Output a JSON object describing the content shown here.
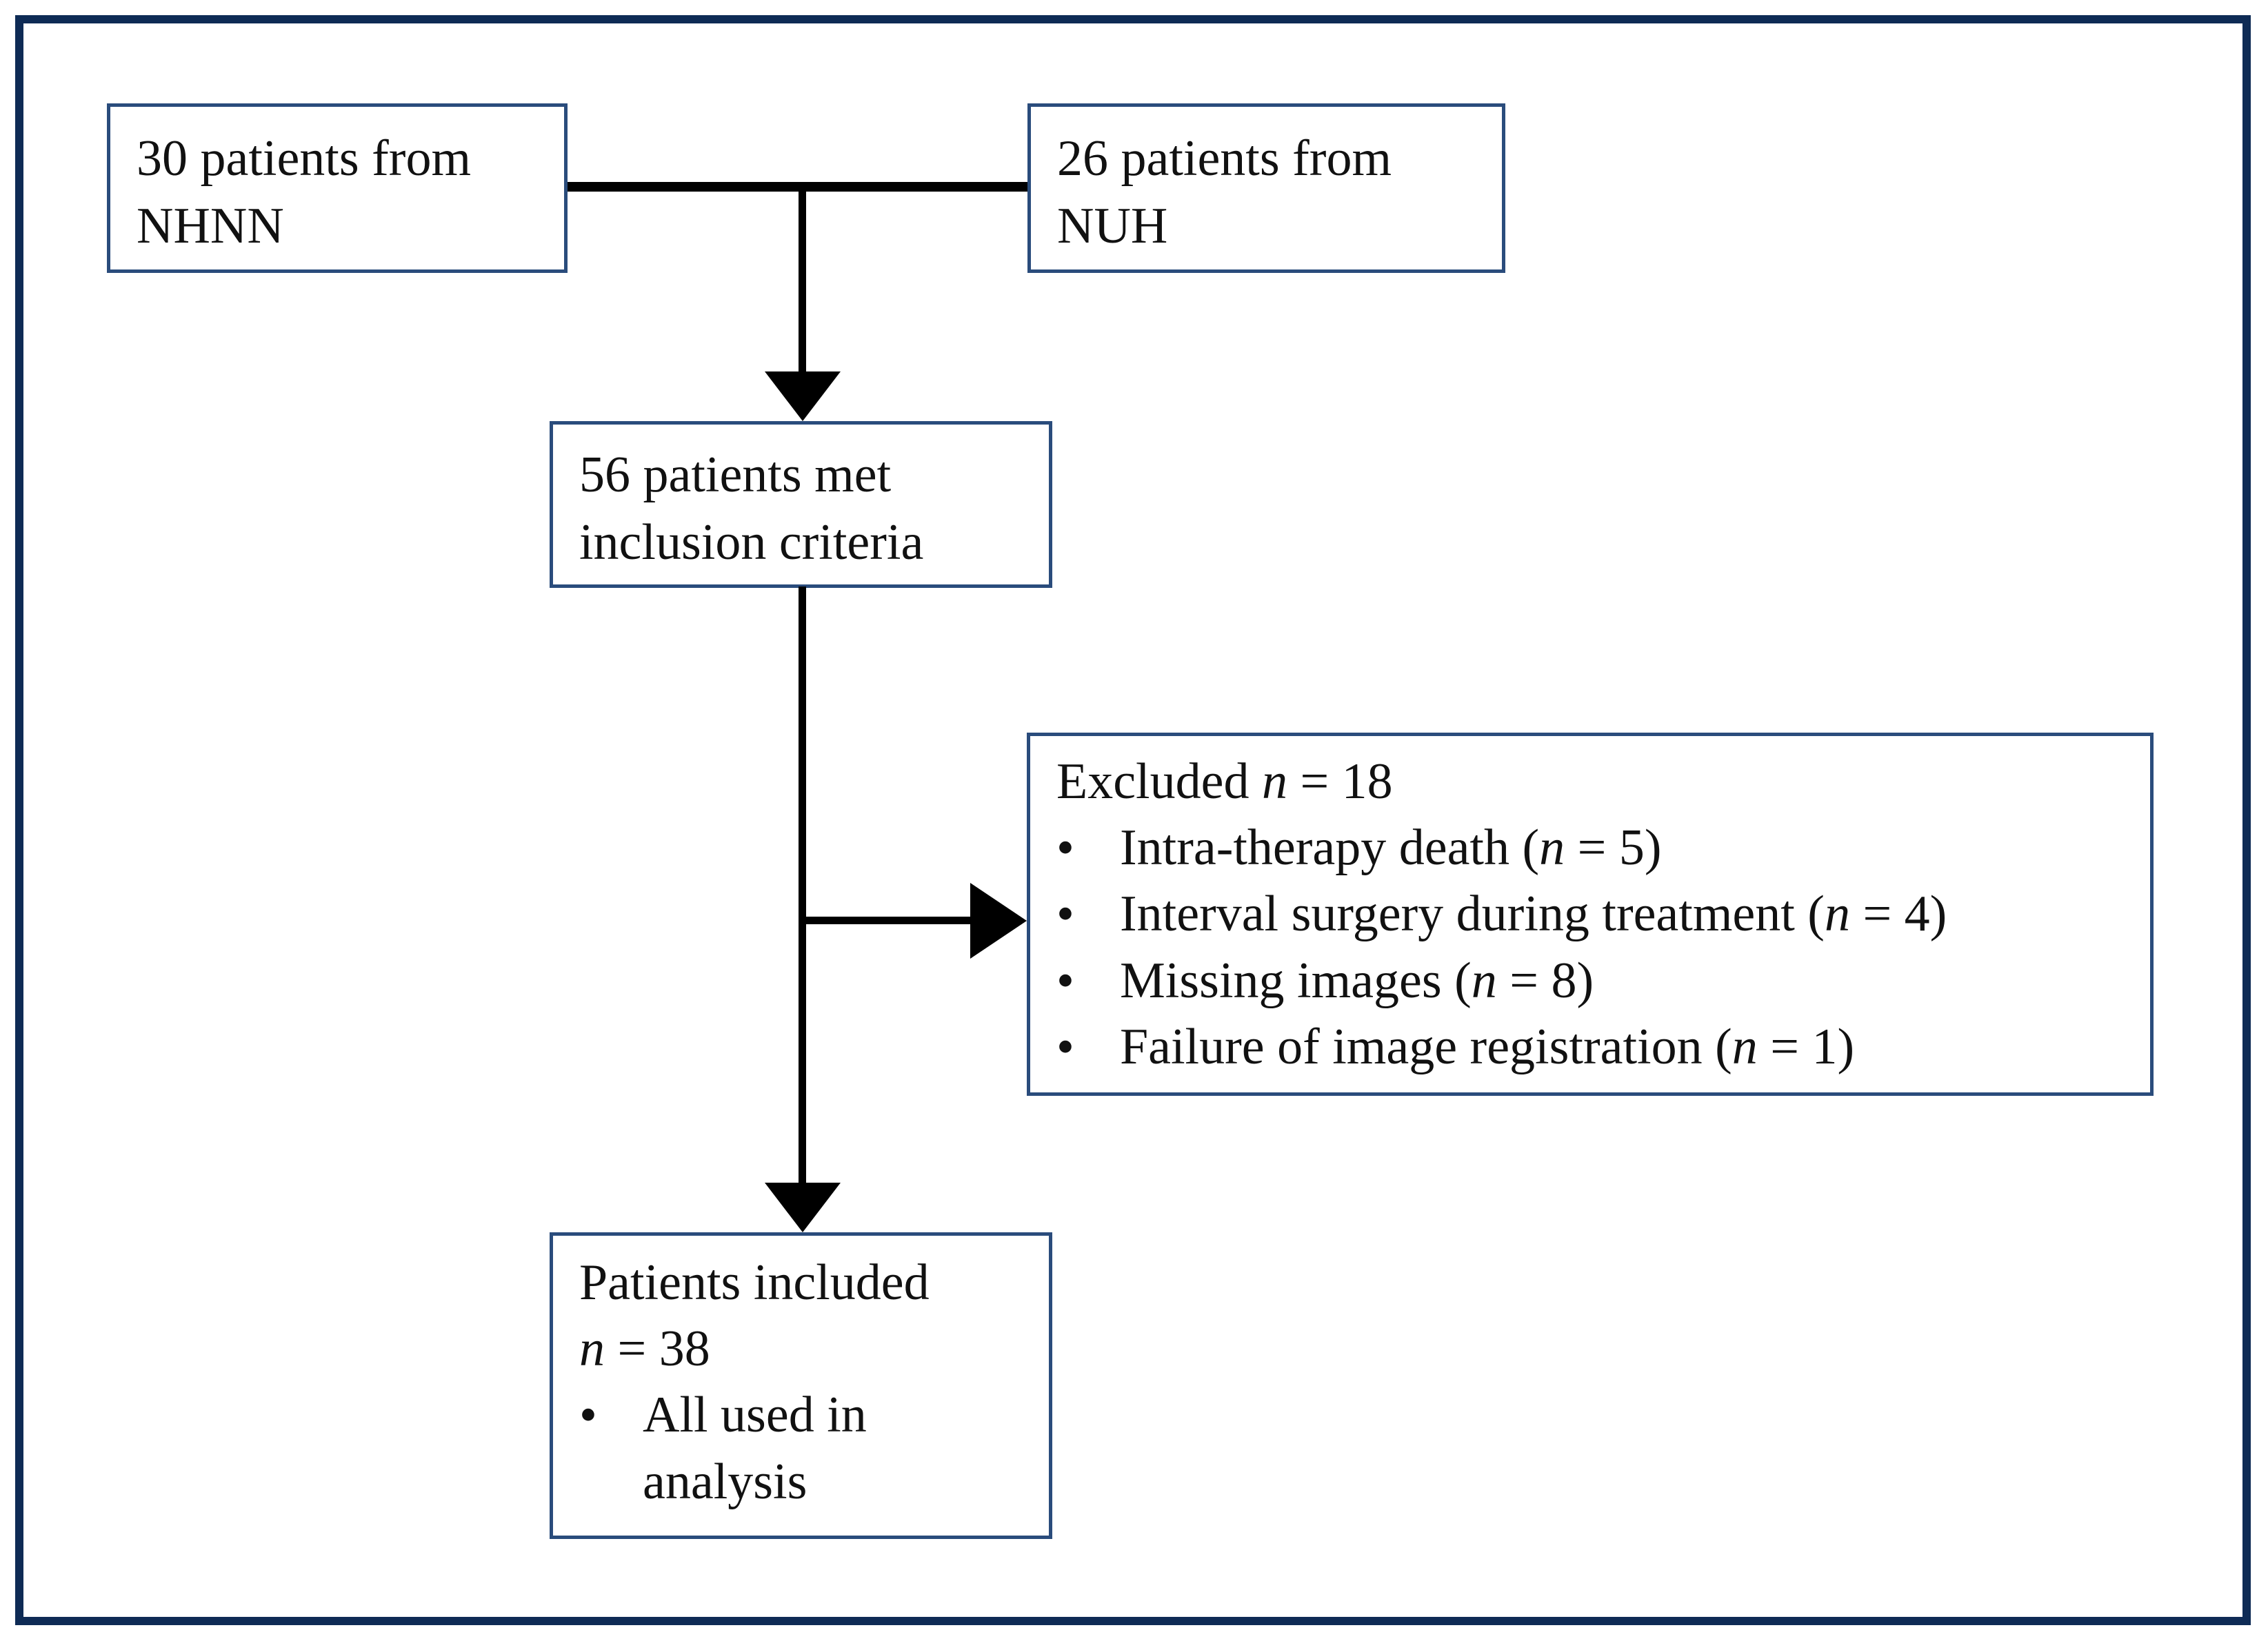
{
  "diagram": {
    "colors": {
      "outer_border": "#0e2b55",
      "box_border": "#2a4c7c",
      "connector": "#000000",
      "text": "#111111",
      "background": "#ffffff"
    },
    "boxes": {
      "nhnn": {
        "text": "30 patients from NHNN"
      },
      "nuh": {
        "text": "26 patients from NUH"
      },
      "inclusion": {
        "text": "56 patients met inclusion criteria"
      },
      "excluded": {
        "bullet": "•",
        "title": {
          "pre": "Excluded ",
          "var": "n",
          "post": " = 18"
        },
        "items": [
          {
            "pre": "Intra-therapy death (",
            "var": "n",
            "post": " = 5)"
          },
          {
            "pre": "Interval surgery during treatment (",
            "var": "n",
            "post": " = 4)"
          },
          {
            "pre": "Missing images (",
            "var": "n",
            "post": " = 8)"
          },
          {
            "pre": "Failure of image registration (",
            "var": "n",
            "post": " = 1)"
          }
        ]
      },
      "included": {
        "bullet": "•",
        "line1": "Patients included",
        "line2": {
          "var": "n",
          "post": " = 38"
        },
        "items": [
          {
            "text": "All used in analysis"
          }
        ]
      }
    }
  }
}
